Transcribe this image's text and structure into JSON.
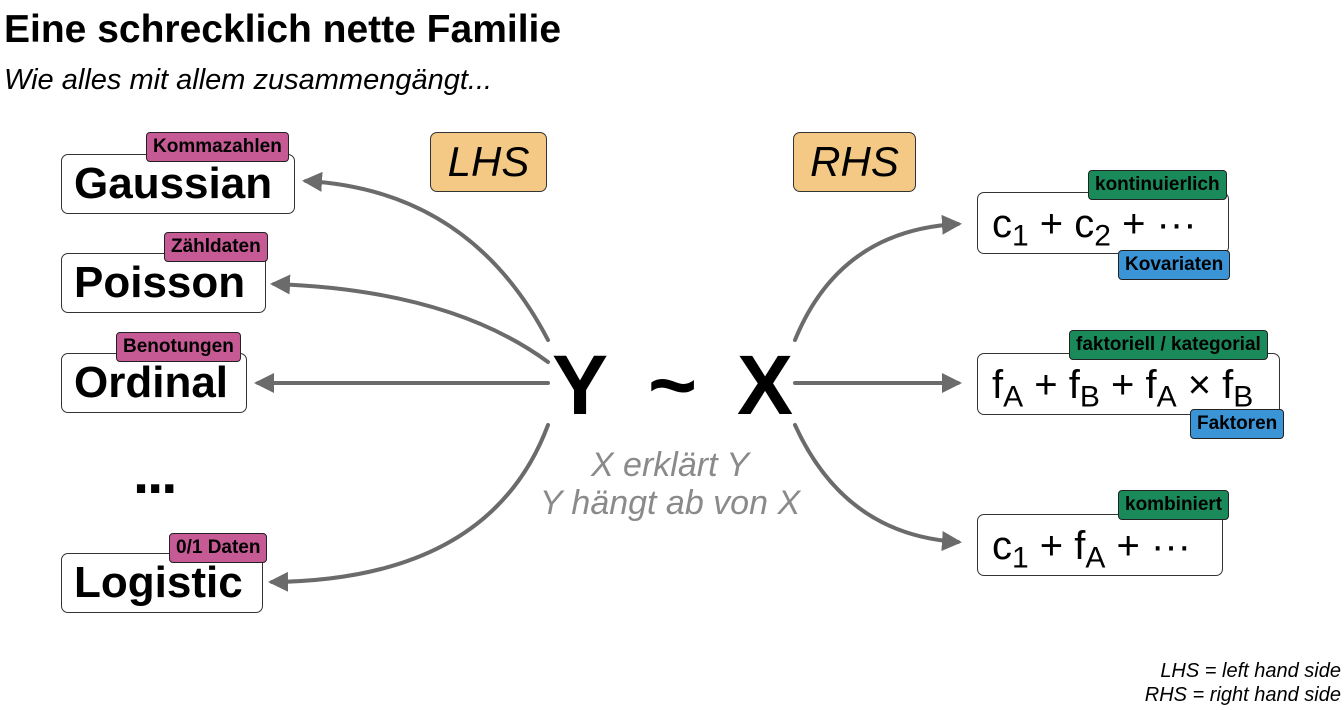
{
  "title": "Eine schrecklich nette Familie",
  "subtitle": "Wie alles mit allem zusammengängt...",
  "lhs_label": "LHS",
  "rhs_label": "RHS",
  "model": {
    "y": "Y",
    "tilde": "~",
    "x": "X"
  },
  "explanation": {
    "line1": "X erklärt Y",
    "line2": "Y hängt ab von X"
  },
  "ellipsis": "...",
  "distributions": [
    {
      "name": "Gaussian",
      "tag": "Kommazahlen"
    },
    {
      "name": "Poisson",
      "tag": "Zähldaten"
    },
    {
      "name": "Ordinal",
      "tag": "Benotungen"
    },
    {
      "name": "Logistic",
      "tag": "0/1 Daten"
    }
  ],
  "predictors": {
    "continuous": {
      "tag_top": "kontinuierlich",
      "tag_bottom": "Kovariaten"
    },
    "factorial": {
      "tag_top": "faktoriell / kategorial",
      "tag_bottom": "Faktoren"
    },
    "combined": {
      "tag_top": "kombiniert"
    }
  },
  "legend": {
    "lhs": "LHS = left hand side",
    "rhs": "RHS = right hand side"
  },
  "colors": {
    "tag_pink": "#c65a95",
    "tag_green": "#1a8a5a",
    "tag_blue": "#3a94d6",
    "side_box": "#f3c985",
    "arrow": "#6b6b6b",
    "explanation": "#8a8a8a"
  }
}
